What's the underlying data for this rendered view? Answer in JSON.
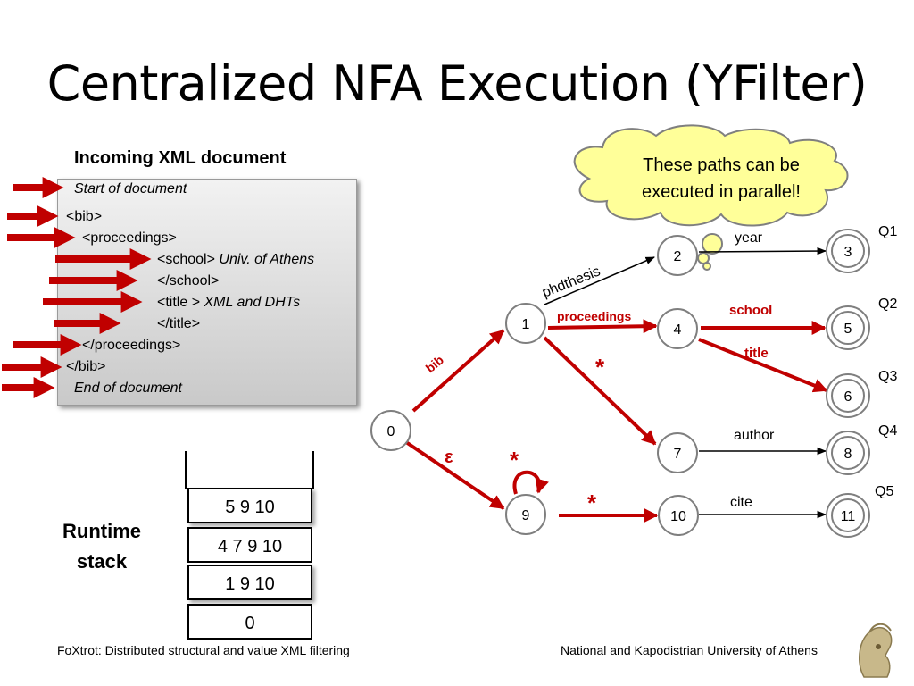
{
  "slide": {
    "title": "Centralized NFA Execution (YFilter)",
    "footer_left": "FoXtrot: Distributed structural and value XML filtering",
    "footer_right": "National and Kapodistrian University of Athens"
  },
  "document": {
    "heading": "Incoming XML document",
    "lines": [
      {
        "tag": "",
        "text": "Start of document"
      },
      {
        "tag": "<bib>",
        "text": ""
      },
      {
        "tag": "<proceedings>",
        "text": ""
      },
      {
        "tag": "<school>",
        "text": "Univ. of Athens"
      },
      {
        "tag": "</school>",
        "text": ""
      },
      {
        "tag": "<title >",
        "text": "XML and DHTs"
      },
      {
        "tag": "</title>",
        "text": ""
      },
      {
        "tag": "</proceedings>",
        "text": ""
      },
      {
        "tag": "</bib>",
        "text": ""
      },
      {
        "tag": "",
        "text": "End of document"
      }
    ]
  },
  "cloud": {
    "text": "These paths can be executed in parallel!"
  },
  "stack": {
    "label_line1": "Runtime",
    "label_line2": "stack",
    "cells": [
      "5   9   10",
      "4   7   9  10",
      "1   9   10",
      "0"
    ]
  },
  "nfa": {
    "states": [
      "0",
      "1",
      "2",
      "3",
      "4",
      "5",
      "6",
      "7",
      "8",
      "9",
      "10",
      "11"
    ],
    "queries": [
      "Q1",
      "Q2",
      "Q3",
      "Q4",
      "Q5"
    ],
    "edge_labels": {
      "bib": "bib",
      "epsilon": "ε",
      "phdthesis": "phdthesis",
      "year": "year",
      "proceedings": "proceedings",
      "school": "school",
      "title": "title",
      "star_1": "*",
      "author": "author",
      "star_self": "*",
      "star_9": "*",
      "cite": "cite"
    }
  },
  "colors": {
    "active_edge": "#c00000",
    "cloud_fill": "#ffff99",
    "cloud_stroke": "#7f7f7f"
  }
}
